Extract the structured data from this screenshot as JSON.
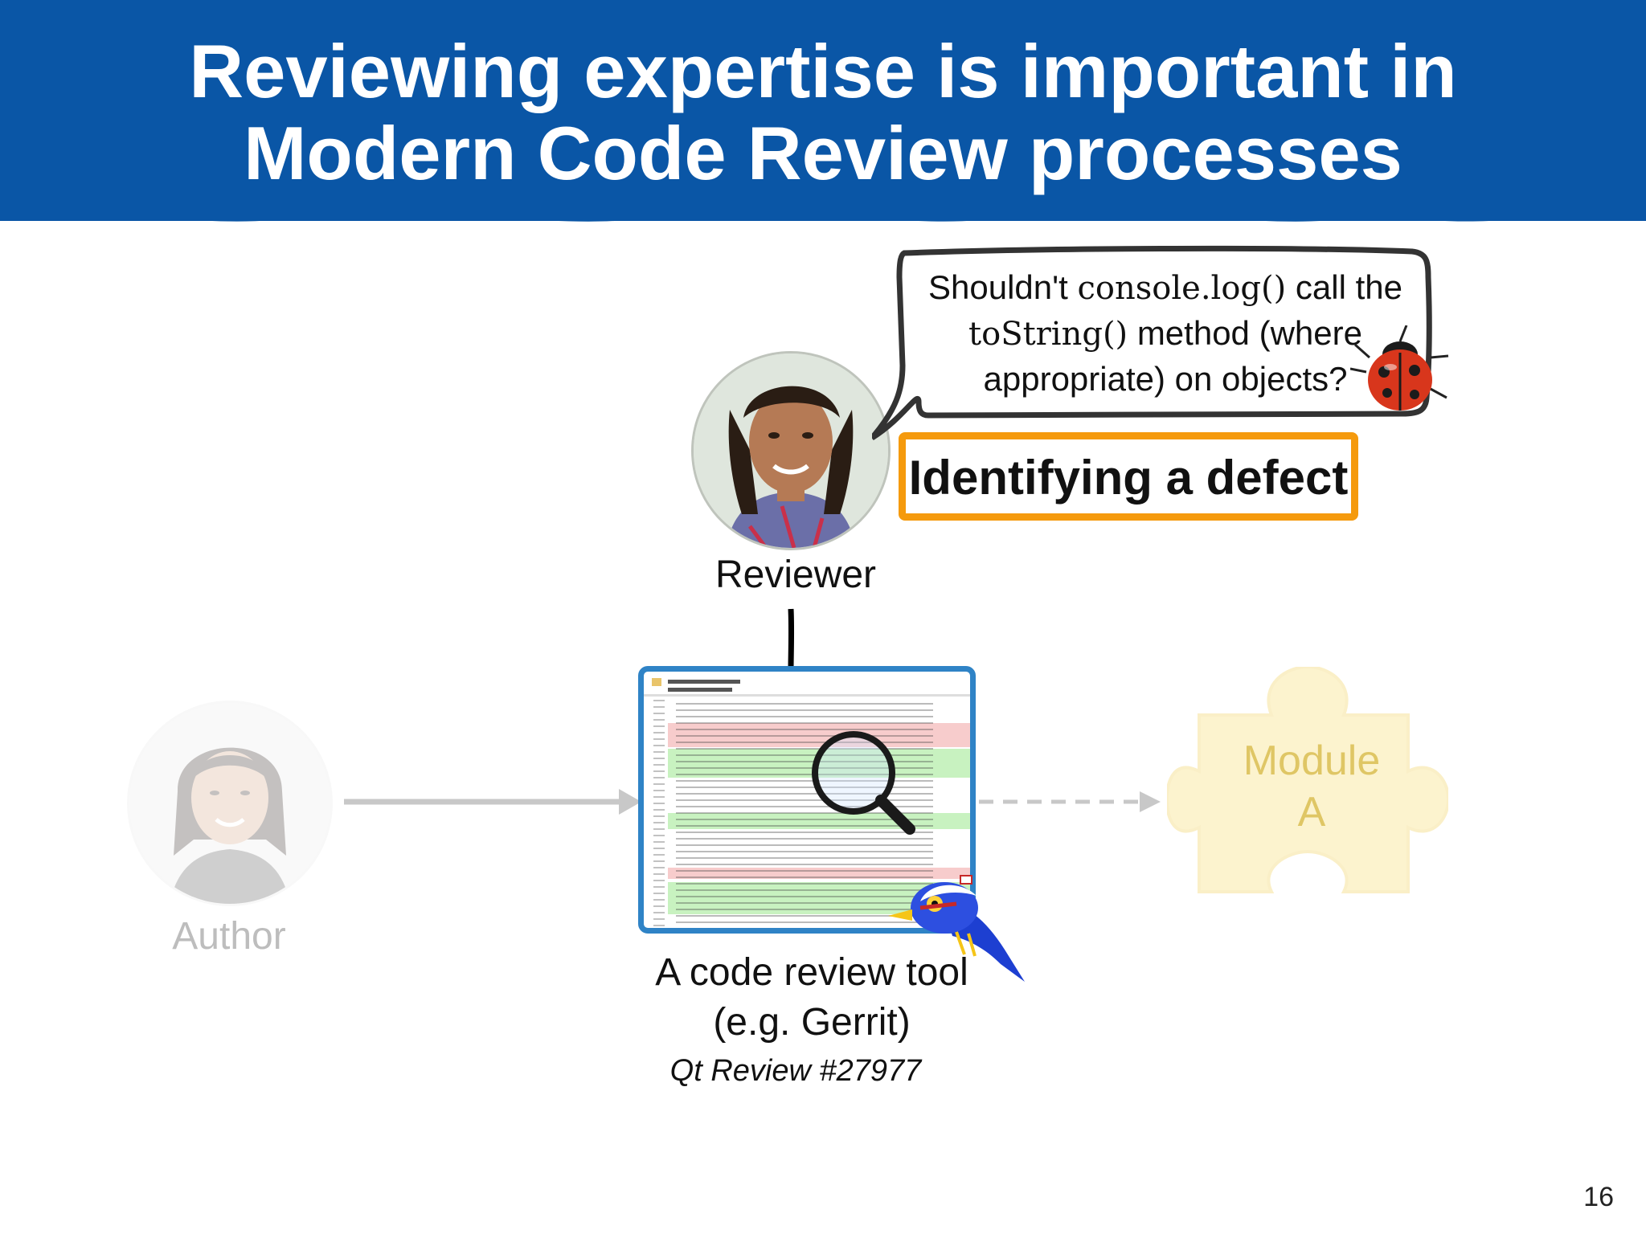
{
  "header": {
    "title_line1": "Reviewing expertise is important in",
    "title_line2": "Modern Code Review processes"
  },
  "reviewer": {
    "label": "Reviewer"
  },
  "author": {
    "label": "Author"
  },
  "speech_bubble": {
    "text_1": "Shouldn't ",
    "code_1": "console.log()",
    "text_2": " call the",
    "code_2": "toString()",
    "text_3": " method (where",
    "text_4": "appropriate) on objects?",
    "icon": "ladybug-icon"
  },
  "defect_box": {
    "label": "Identifying a defect"
  },
  "tool": {
    "label_line1": "A code review tool",
    "label_line2": "(e.g. Gerrit)",
    "reference": "Qt Review #27977",
    "icons": [
      "magnifier-icon",
      "gerrit-bird-icon"
    ]
  },
  "module": {
    "label_line1": "Module",
    "label_line2": "A",
    "icon": "puzzle-piece-icon"
  },
  "page_number": "16",
  "colors": {
    "header_blue": "#0a56a6",
    "defect_orange": "#f59a0d",
    "tool_border": "#2f83c6",
    "diff_added": "#c8f2c0",
    "diff_removed": "#f7cccc"
  }
}
